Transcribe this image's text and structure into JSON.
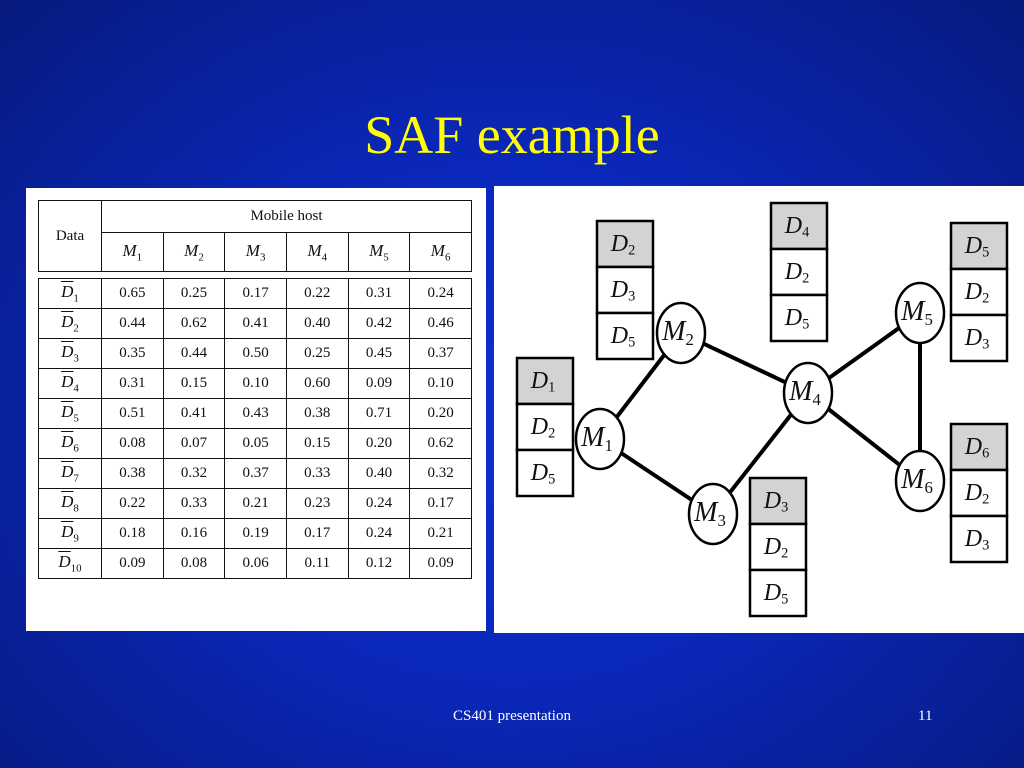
{
  "slide": {
    "title": "SAF example",
    "footer_text": "CS401 presentation",
    "page_number": "11"
  },
  "table": {
    "header_data": "Data",
    "header_group": "Mobile host",
    "columns": [
      "M1",
      "M2",
      "M3",
      "M4",
      "M5",
      "M6"
    ],
    "rows": [
      {
        "label": "D1",
        "values": [
          "0.65",
          "0.25",
          "0.17",
          "0.22",
          "0.31",
          "0.24"
        ]
      },
      {
        "label": "D2",
        "values": [
          "0.44",
          "0.62",
          "0.41",
          "0.40",
          "0.42",
          "0.46"
        ]
      },
      {
        "label": "D3",
        "values": [
          "0.35",
          "0.44",
          "0.50",
          "0.25",
          "0.45",
          "0.37"
        ]
      },
      {
        "label": "D4",
        "values": [
          "0.31",
          "0.15",
          "0.10",
          "0.60",
          "0.09",
          "0.10"
        ]
      },
      {
        "label": "D5",
        "values": [
          "0.51",
          "0.41",
          "0.43",
          "0.38",
          "0.71",
          "0.20"
        ]
      },
      {
        "label": "D6",
        "values": [
          "0.08",
          "0.07",
          "0.05",
          "0.15",
          "0.20",
          "0.62"
        ]
      },
      {
        "label": "D7",
        "values": [
          "0.38",
          "0.32",
          "0.37",
          "0.33",
          "0.40",
          "0.32"
        ]
      },
      {
        "label": "D8",
        "values": [
          "0.22",
          "0.33",
          "0.21",
          "0.23",
          "0.24",
          "0.17"
        ]
      },
      {
        "label": "D9",
        "values": [
          "0.18",
          "0.16",
          "0.19",
          "0.17",
          "0.24",
          "0.21"
        ]
      },
      {
        "label": "D10",
        "values": [
          "0.09",
          "0.08",
          "0.06",
          "0.11",
          "0.12",
          "0.09"
        ]
      }
    ]
  },
  "graph": {
    "nodes": [
      "M1",
      "M2",
      "M3",
      "M4",
      "M5",
      "M6"
    ],
    "edges": [
      [
        "M1",
        "M2"
      ],
      [
        "M1",
        "M3"
      ],
      [
        "M2",
        "M4"
      ],
      [
        "M3",
        "M4"
      ],
      [
        "M4",
        "M5"
      ],
      [
        "M4",
        "M6"
      ],
      [
        "M5",
        "M6"
      ]
    ],
    "caches": {
      "M1": [
        "D1",
        "D2",
        "D5"
      ],
      "M2": [
        "D2",
        "D3",
        "D5"
      ],
      "M3": [
        "D3",
        "D2",
        "D5"
      ],
      "M4": [
        "D4",
        "D2",
        "D5"
      ],
      "M5": [
        "D5",
        "D2",
        "D3"
      ],
      "M6": [
        "D6",
        "D2",
        "D3"
      ]
    },
    "colors": {
      "shaded_cell": "#d3d3d3",
      "line": "#000000"
    }
  }
}
